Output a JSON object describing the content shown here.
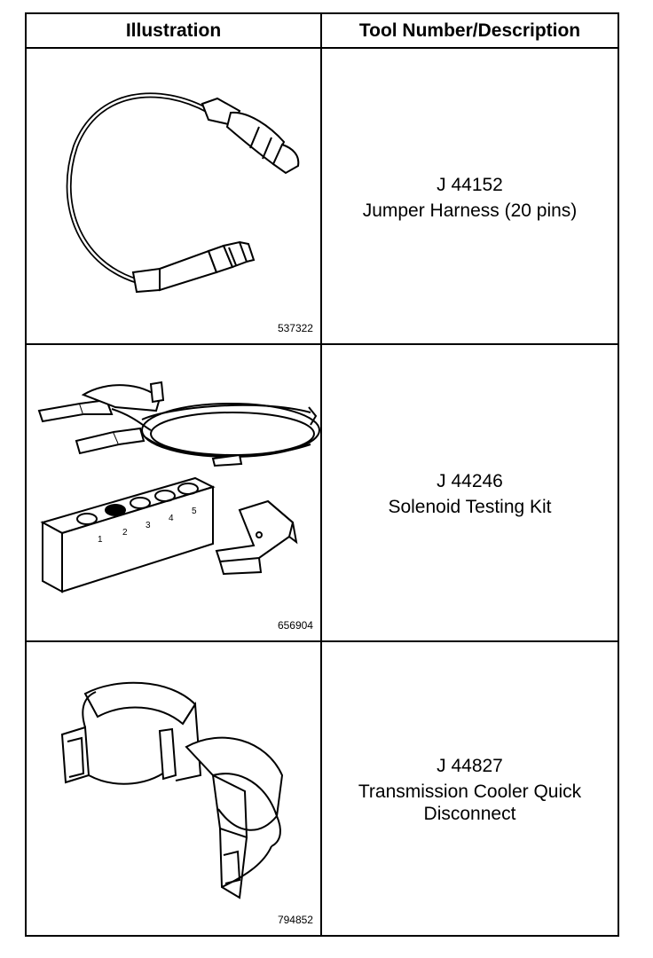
{
  "table": {
    "headers": {
      "illustration": "Illustration",
      "description": "Tool Number/Description"
    },
    "rows": [
      {
        "fig": "537322",
        "tool_number": "J 44152",
        "tool_name": "Jumper Harness (20 pins)",
        "icon": "jumper-harness-icon"
      },
      {
        "fig": "656904",
        "tool_number": "J 44246",
        "tool_name": "Solenoid Testing Kit",
        "icon": "solenoid-testing-kit-icon"
      },
      {
        "fig": "794852",
        "tool_number": "J 44827",
        "tool_name": "Transmission Cooler Quick Disconnect",
        "icon": "cooler-quick-disconnect-icon"
      }
    ]
  }
}
